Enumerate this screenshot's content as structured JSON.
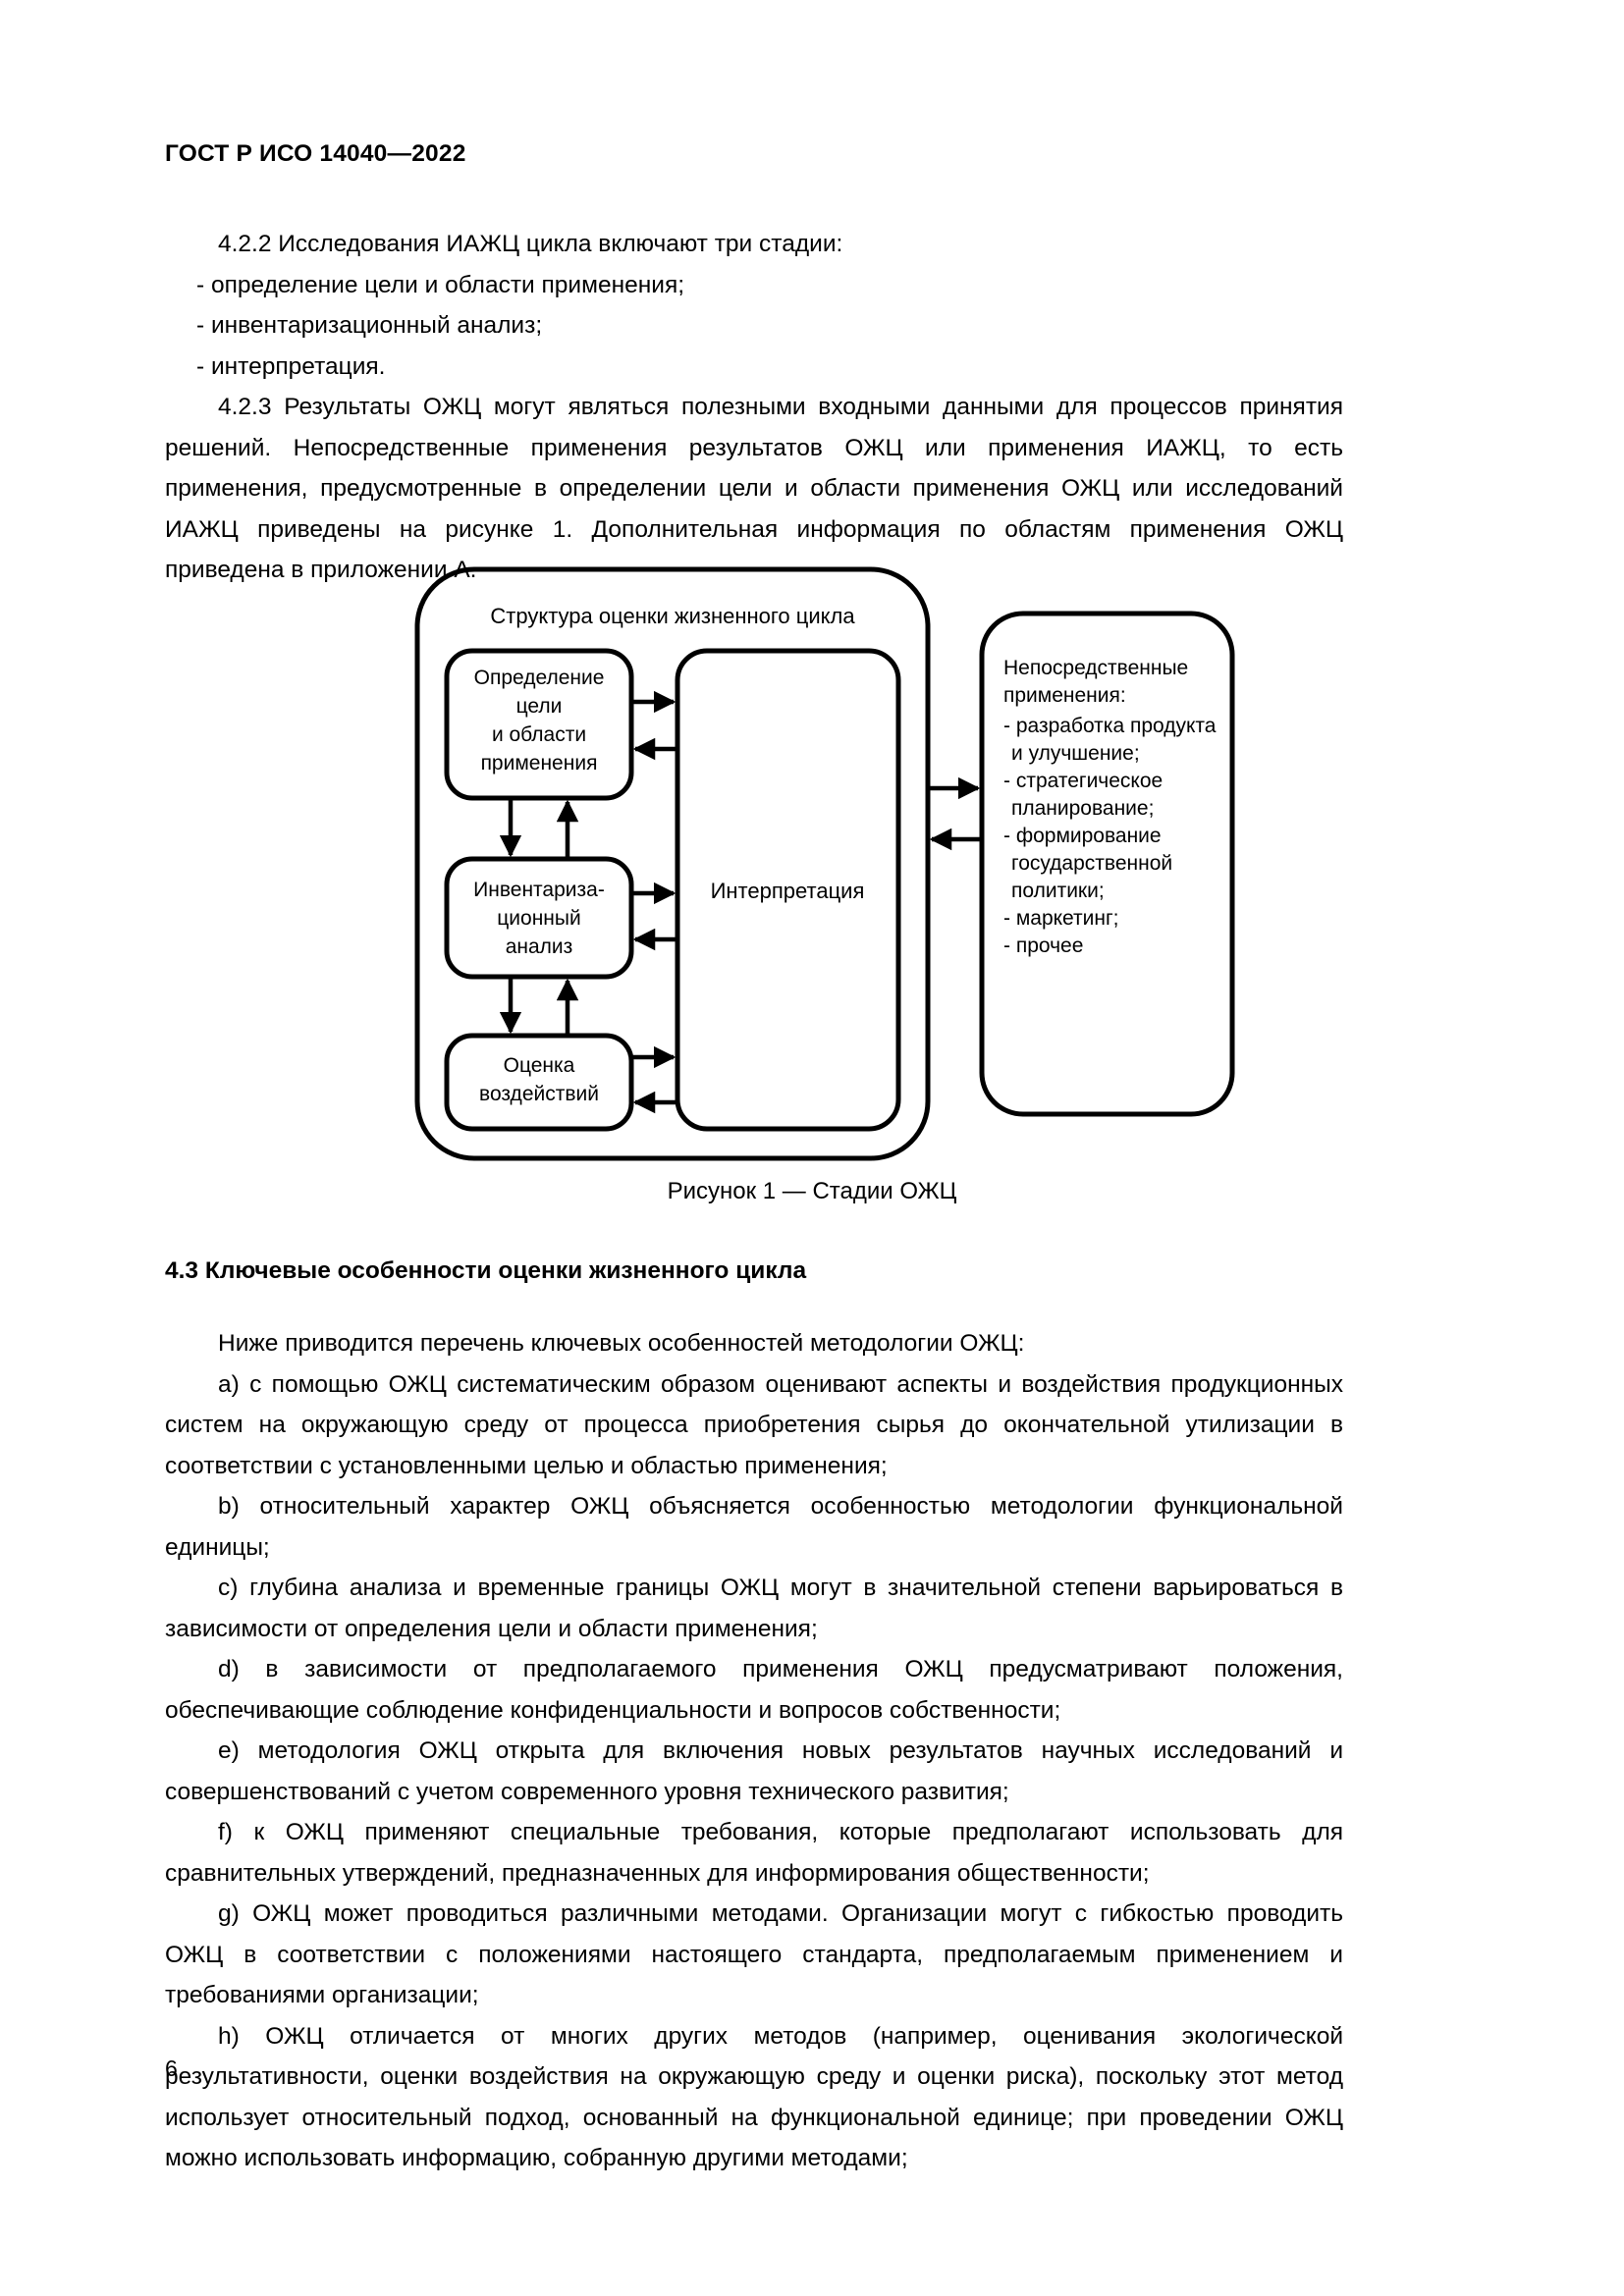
{
  "document": {
    "header": "ГОСТ Р ИСО 14040—2022",
    "page_number": "6"
  },
  "section_4_2_2": {
    "lead": "4.2.2  Исследования ИАЖЦ цикла включают три стадии:",
    "items": [
      "-  определение цели и области применения;",
      "-  инвентаризационный анализ;",
      "-  интерпретация."
    ]
  },
  "section_4_2_3": {
    "paragraph": "4.2.3 Результаты ОЖЦ могут являться полезными входными данными для процессов принятия решений. Непосредственные применения результатов ОЖЦ или применения ИАЖЦ, то есть применения, предусмотренные в определении цели и области применения ОЖЦ или исследований ИАЖЦ приведены на рисунке 1. Дополнительная информация по областям применения ОЖЦ приведена в приложении А."
  },
  "figure": {
    "caption": "Рисунок 1 — Стадии ОЖЦ",
    "frame_title": "Структура оценки жизненного цикла",
    "stages": [
      {
        "lines": [
          "Определение",
          "цели",
          "и области",
          "применения"
        ]
      },
      {
        "lines": [
          "Инвентариза-",
          "ционный",
          "анализ"
        ]
      },
      {
        "lines": [
          "Оценка",
          "воздействий"
        ]
      }
    ],
    "interpretation_label": "Интерпретация",
    "applications": {
      "title_lines": [
        "Непосредственные",
        "применения:"
      ],
      "items": [
        [
          "- разработка  продукта",
          "и улучшение;"
        ],
        [
          "- стратегическое",
          "планирование;"
        ],
        [
          "- формирование",
          "государственной",
          "политики;"
        ],
        [
          "- маркетинг;"
        ],
        [
          "- прочее"
        ]
      ]
    }
  },
  "section_4_3": {
    "heading": "4.3  Ключевые особенности оценки жизненного цикла",
    "lead": "Ниже приводится перечень ключевых особенностей методологии ОЖЦ:",
    "items": [
      "a)  с помощью ОЖЦ систематическим образом оценивают аспекты и воздействия продукционных систем на окружающую среду от процесса приобретения сырья до окончательной утилизации в соответствии с установленными целью и областью применения;",
      "b) относительный характер ОЖЦ объясняется особенностью методологии функциональной единицы;",
      "c) глубина анализа и временные границы ОЖЦ могут в значительной степени варьироваться в зависимости от определения цели и области применения;",
      "d)  в зависимости от предполагаемого применения ОЖЦ предусматривают положения, обеспечивающие соблюдение конфиденциальности и вопросов собственности;",
      "e)  методология ОЖЦ открыта для включения новых результатов научных исследований и совершенствований с учетом современного уровня технического развития;",
      "f)  к ОЖЦ применяют специальные требования, которые предполагают использовать для сравнительных утверждений, предназначенных для информирования общественности;",
      "g)  ОЖЦ может проводиться различными методами. Организации могут с гибкостью проводить ОЖЦ в соответствии с положениями настоящего стандарта, предполагаемым применением и требованиями организации;",
      "h)  ОЖЦ отличается от многих других методов (например, оценивания экологической результативности, оценки воздействия на окружающую среду и оценки риска), поскольку этот метод использует относительный подход, основанный на функциональной единице; при проведении ОЖЦ можно использовать информацию, собранную другими методами;"
    ]
  }
}
